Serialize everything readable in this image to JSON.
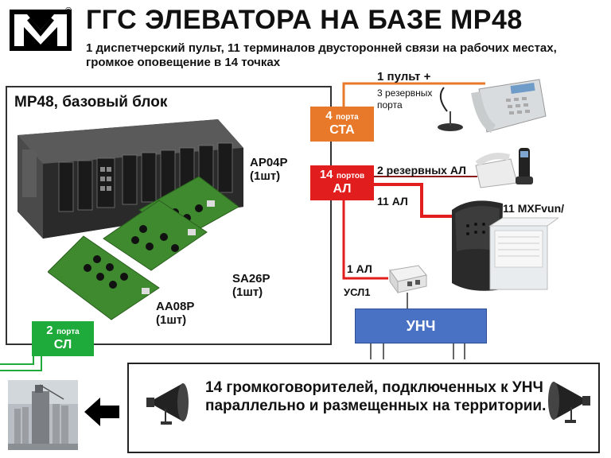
{
  "header": {
    "title": "ГГС ЭЛЕВАТОРА НА БАЗЕ МР48",
    "registered_mark": "®",
    "subtitle": "1 диспетчерский пульт, 11 терминалов двусторонней связи на рабочих местах,  громкое оповещение  в 14 точках"
  },
  "main_block": {
    "label": "МР48, базовый блок",
    "cards": [
      {
        "name": "AP04P",
        "qty": "(1шт)"
      },
      {
        "name": "SA26P",
        "qty": "(1шт)"
      },
      {
        "name": "AA08P",
        "qty": "(1шт)"
      }
    ]
  },
  "ports": {
    "sta": {
      "count": "4",
      "word": "порта",
      "type": "СТА",
      "color": "#e8782a"
    },
    "al": {
      "count": "14",
      "word": "портов",
      "type": "АЛ",
      "color": "#e21d1d"
    },
    "sl": {
      "count": "2",
      "word": "порта",
      "type": "СЛ",
      "color": "#1eab3c"
    }
  },
  "labels": {
    "console": "1 пульт +",
    "reserve_ports": "3 резервных порта",
    "reserve_al": "2 резервных  АЛ",
    "al_11": "11 АЛ",
    "terminals": "11 MXFvun/ MXF",
    "al_1": "1 АЛ",
    "usl": "УСЛ1",
    "unch": "УНЧ"
  },
  "speakers": {
    "text": "14 громкоговорителей, подключенных к УНЧ параллельно и размещенных на территории."
  },
  "colors": {
    "orange": "#e8782a",
    "red": "#e21d1d",
    "green": "#1eab3c",
    "blue": "#4a72c4"
  }
}
